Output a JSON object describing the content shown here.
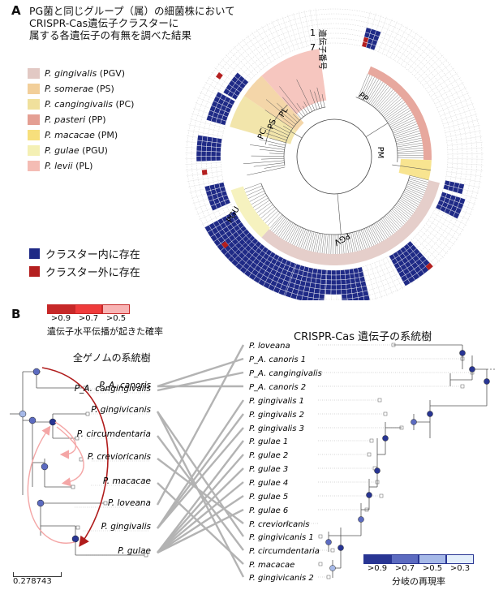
{
  "panelA": {
    "letter": "A",
    "title_lines": [
      "PG菌と同じグループ（属）の細菌株において",
      "CRISPR-Cas遺伝子クラスターに",
      "属する各遺伝子の有無を調べた結果"
    ],
    "species_legend": [
      {
        "species": "P. gingivalis",
        "abbr": "(PGV)",
        "color": "#e2c9c4"
      },
      {
        "species": "P. somerae",
        "abbr": "(PS)",
        "color": "#f2cf9a"
      },
      {
        "species": "P. cangingivalis",
        "abbr": "(PC)",
        "color": "#f0e09c"
      },
      {
        "species": "P. pasteri",
        "abbr": "(PP)",
        "color": "#e49f93"
      },
      {
        "species": "P. macacae",
        "abbr": "(PM)",
        "color": "#f7df7c"
      },
      {
        "species": "P. gulae",
        "abbr": "(PGU)",
        "color": "#f4f0b4"
      },
      {
        "species": "P. levii",
        "abbr": "(PL)",
        "color": "#f4bcb4"
      }
    ],
    "presence_legend": [
      {
        "label": "クラスター内に存在",
        "color": "#1f2a86"
      },
      {
        "label": "クラスター外に存在",
        "color": "#b41f1f"
      }
    ],
    "gene_axis": {
      "label": "遺伝子番号",
      "first": "1",
      "last": "7"
    },
    "clade_labels": [
      "PP",
      "PM",
      "PGV",
      "PGU",
      "PC",
      "PS",
      "PL"
    ]
  },
  "panelB": {
    "letter": "B",
    "hgt_legend": {
      "title": "遺伝子水平伝播が起きた確率",
      "labels": [
        ">0.9",
        ">0.7",
        ">0.5"
      ],
      "colors": [
        "#c62828",
        "#ef3b3b",
        "#f8b4b4"
      ]
    },
    "left_tree": {
      "title": "全ゲノムの系統樹",
      "taxa": [
        "P_A. canoris",
        "P_A. cangingivalis",
        "P. gingivicanis",
        "P. circumdentaria",
        "P. crevioricanis",
        "P. macacae",
        "P. loveana",
        "P. gingivalis",
        "P. gulae"
      ]
    },
    "right_tree": {
      "title": "CRISPR-Cas 遺伝子の系統樹",
      "taxa": [
        "P. loveana",
        "P_A. canoris 1",
        "P_A. cangingivalis",
        "P_A. canoris 2",
        "P. gingivalis 1",
        "P. gingivalis 2",
        "P. gingivalis 3",
        "P. gulae 1",
        "P. gulae 2",
        "P. gulae 3",
        "P. gulae 4",
        "P. gulae 5",
        "P. gulae 6",
        "P. crevioricanis",
        "P. gingivicanis 1",
        "P. circumdentaria",
        "P. macacae",
        "P. gingivicanis 2"
      ]
    },
    "bootstrap_legend": {
      "title": "分岐の再現率",
      "labels": [
        ">0.9",
        ">0.7",
        ">0.5",
        ">0.3"
      ],
      "colors": [
        "#283593",
        "#5c6bc0",
        "#a6b9e8",
        "#e3eefb"
      ]
    },
    "scale_bar": "0.278743"
  }
}
